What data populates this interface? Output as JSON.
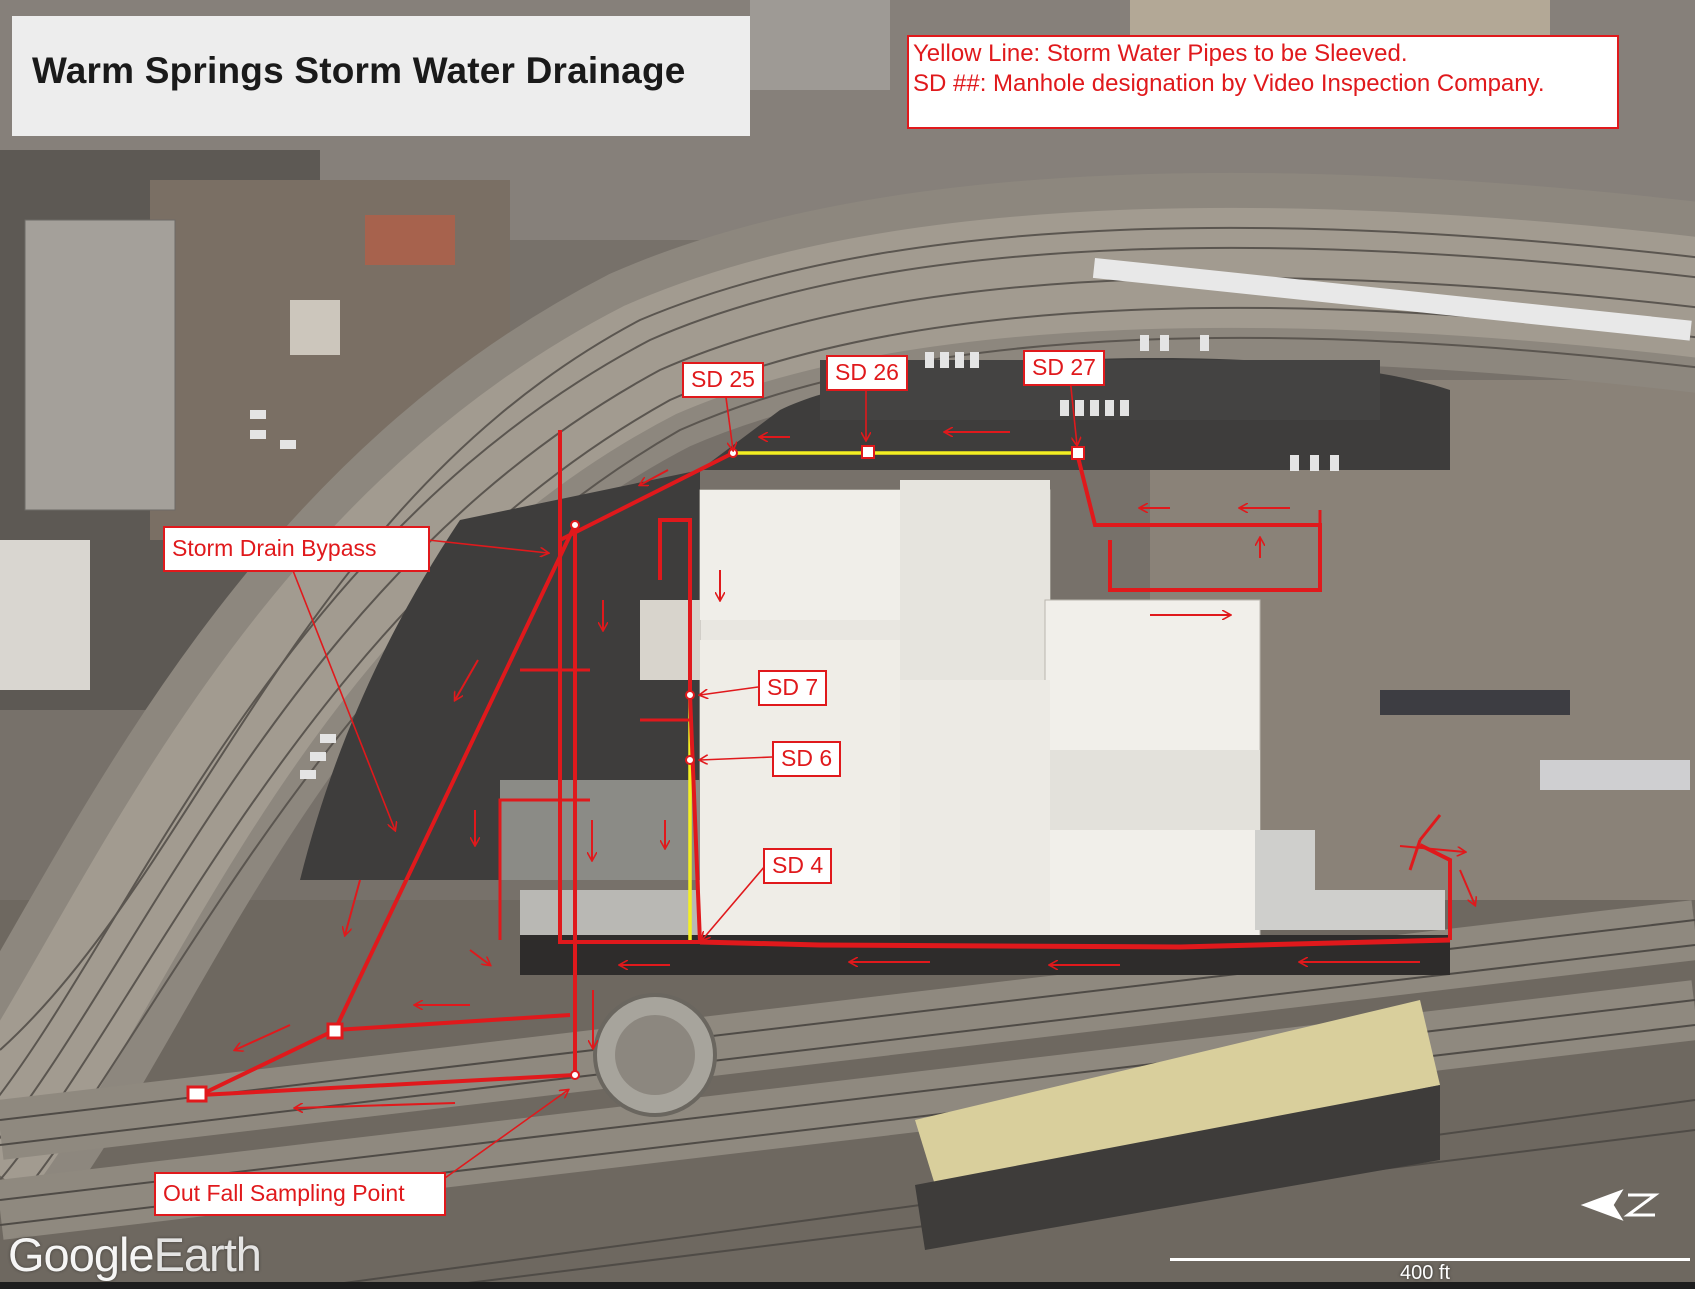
{
  "title": "Warm Springs Storm Water Drainage",
  "legend": {
    "line1": "Yellow Line: Storm Water Pipes to be Sleeved.",
    "line2": "SD ##:  Manhole designation by Video Inspection Company."
  },
  "labels": {
    "sd25": "SD 25",
    "sd26": "SD 26",
    "sd27": "SD 27",
    "sd7": "SD 7",
    "sd6": "SD 6",
    "sd4": "SD 4",
    "storm_drain_bypass": "Storm Drain Bypass",
    "out_fall_sampling_point": "Out Fall Sampling Point"
  },
  "brand": {
    "google": "Google",
    "earth": "Earth"
  },
  "scale_label": "400 ft",
  "colors": {
    "drain_line": "#e0191c",
    "sleeve_line": "#f4ef22",
    "label_text": "#e0191c"
  }
}
